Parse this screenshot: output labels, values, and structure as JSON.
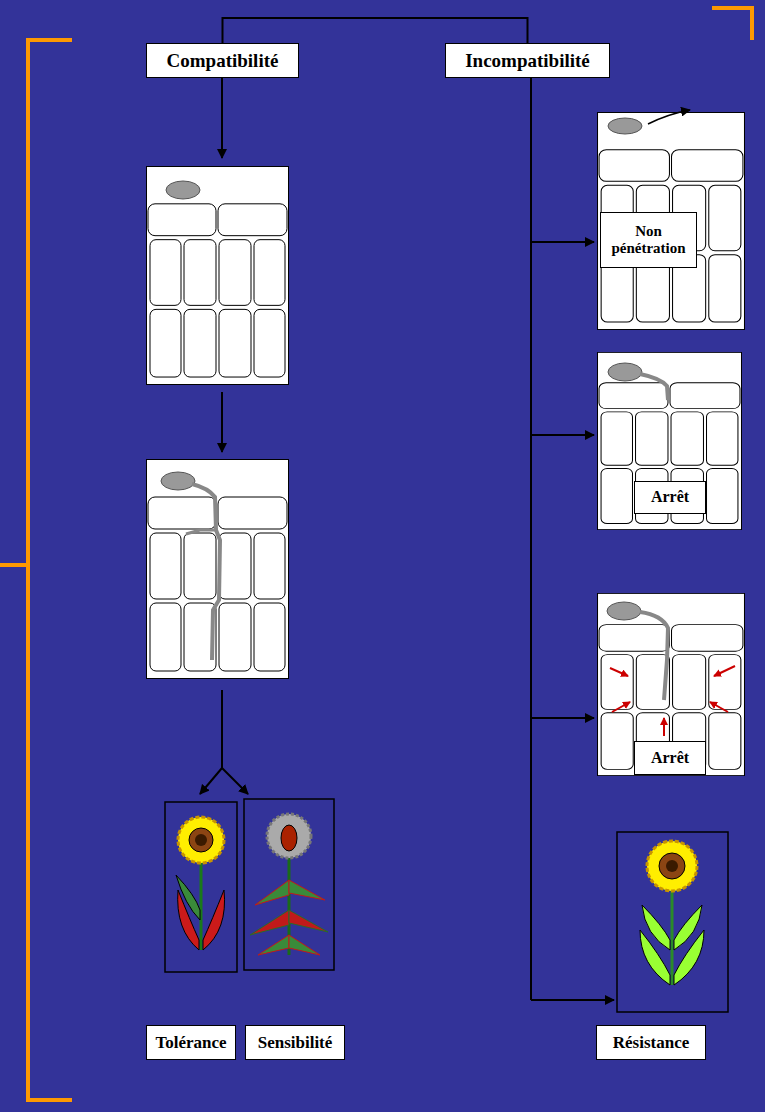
{
  "diagram": {
    "nodes": [
      {
        "text": [
          "Compatibilité"
        ]
      },
      {
        "text": [
          "Incompatibilité"
        ]
      },
      {
        "text": [
          "Non pénétration"
        ]
      },
      {
        "text": [
          "Arrêt"
        ]
      },
      {
        "text": [
          "Arrêt"
        ]
      },
      {
        "text": [
          "Tolérance"
        ]
      },
      {
        "text": [
          "Sensibilité"
        ]
      },
      {
        "text": [
          "Résistance"
        ]
      }
    ],
    "edges": [
      {
        "from": 0,
        "to": 1,
        "arrow": "none"
      }
    ]
  }
}
